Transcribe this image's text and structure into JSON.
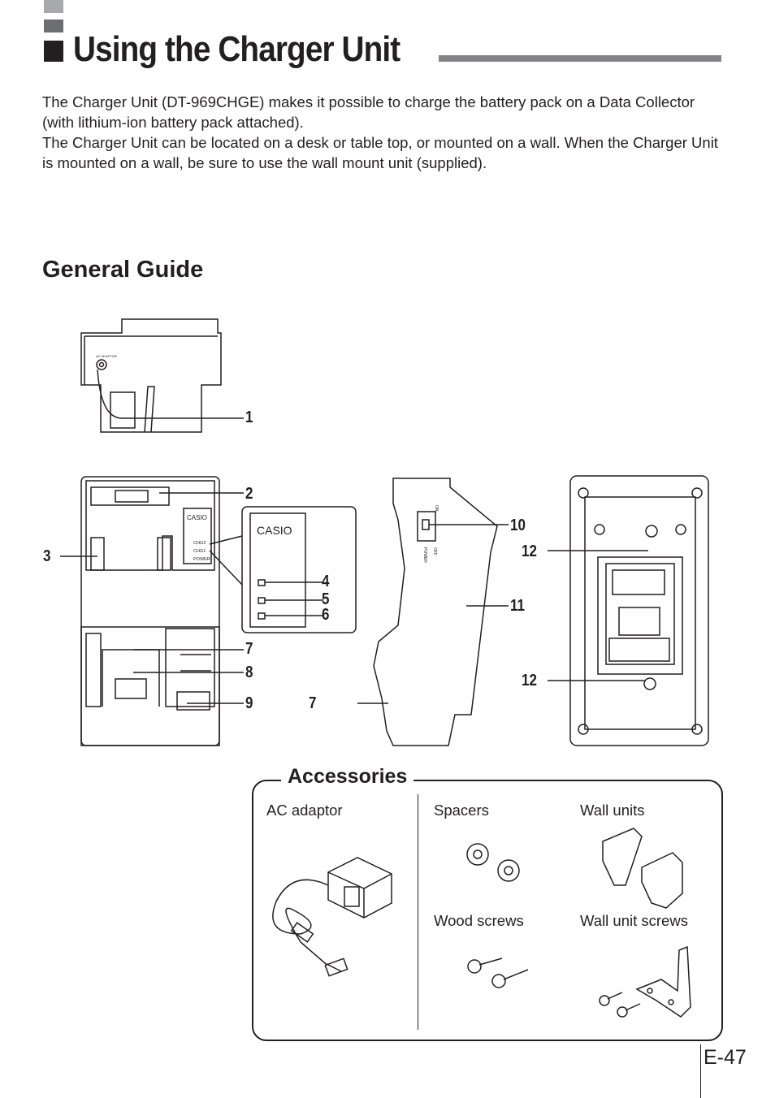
{
  "header": {
    "title": "Using the Charger Unit"
  },
  "intro": {
    "p1": "The Charger Unit (DT-969CHGE) makes it possible to charge the battery pack on a Data Collector (with lithium-ion battery pack attached).",
    "p2": "The Charger Unit can be located on a desk or table top, or mounted on a wall. When the Charger Unit is mounted on a wall, be sure to use the wall mount unit (supplied)."
  },
  "general_guide": {
    "heading": "General Guide",
    "callouts": {
      "c1": "1",
      "c2": "2",
      "c3": "3",
      "c4": "4",
      "c5": "5",
      "c6": "6",
      "c7": "7",
      "c8": "8",
      "c9": "9",
      "c7b": "7",
      "c10": "10",
      "c11": "11",
      "c12a": "12",
      "c12b": "12"
    },
    "panel_labels": {
      "brand": "CASIO",
      "brand_large": "CASIO",
      "chg2": "CHG2",
      "chg1": "CHG1",
      "power": "POWER",
      "ac_adaptor_jack": "AC ADAPTOR",
      "switch_on": "ON",
      "switch_power": "POWER",
      "switch_off": "OFF"
    }
  },
  "accessories": {
    "heading": "Accessories",
    "items": {
      "ac_adaptor": "AC adaptor",
      "spacers": "Spacers",
      "wall_units": "Wall units",
      "wood_screws": "Wood screws",
      "wall_unit_screws": "Wall unit screws"
    }
  },
  "footer": {
    "page_number": "E-47"
  }
}
